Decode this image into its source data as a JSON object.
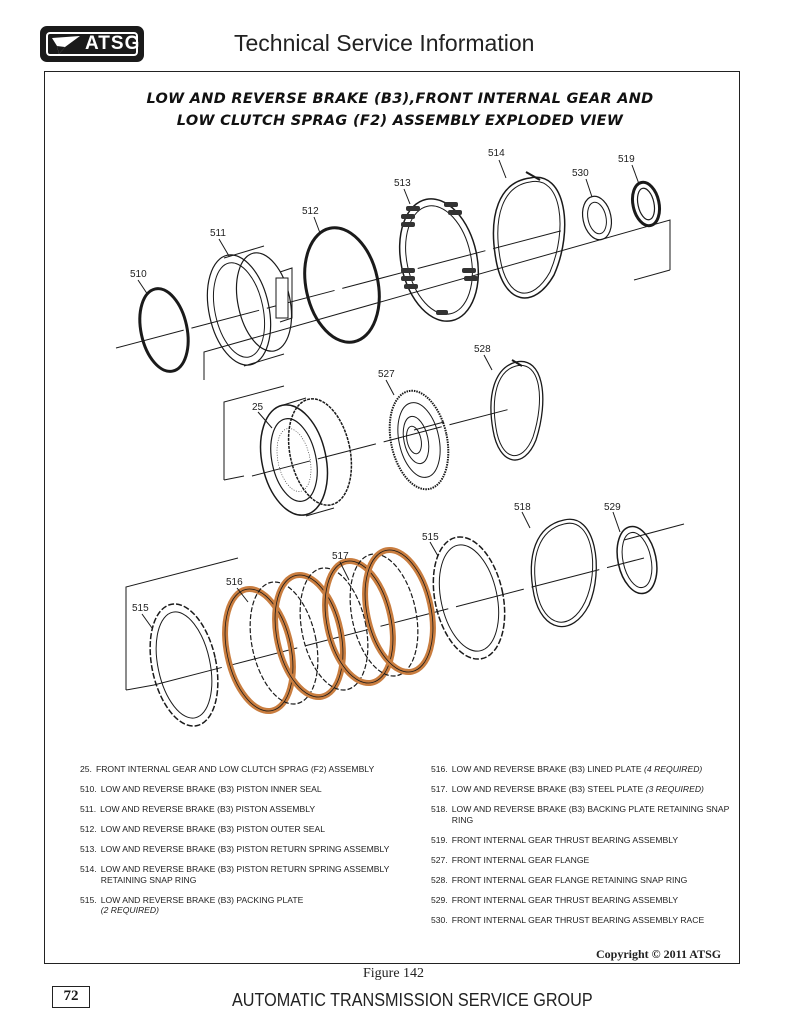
{
  "header": {
    "logo_text": "ATSG",
    "title": "Technical Service Information"
  },
  "figure": {
    "title_line1": "LOW AND REVERSE BRAKE (B3),FRONT INTERNAL GEAR AND",
    "title_line2": "LOW CLUTCH SPRAG (F2) ASSEMBLY EXPLODED VIEW",
    "callouts": {
      "c514": "514",
      "c519": "519",
      "c530": "530",
      "c513": "513",
      "c512": "512",
      "c511": "511",
      "c510": "510",
      "c528": "528",
      "c527": "527",
      "c25": "25",
      "c518": "518",
      "c529": "529",
      "c515a": "515",
      "c517": "517",
      "c516": "516",
      "c515b": "515"
    },
    "label": "Figure 142"
  },
  "legend": {
    "left": [
      {
        "num": "25.",
        "text": "FRONT INTERNAL GEAR AND LOW CLUTCH SPRAG (F2) ASSEMBLY",
        "sub": ""
      },
      {
        "num": "510.",
        "text": "LOW AND REVERSE BRAKE (B3) PISTON INNER SEAL",
        "sub": ""
      },
      {
        "num": "511.",
        "text": "LOW AND REVERSE BRAKE (B3) PISTON ASSEMBLY",
        "sub": ""
      },
      {
        "num": "512.",
        "text": "LOW AND REVERSE BRAKE (B3) PISTON OUTER SEAL",
        "sub": ""
      },
      {
        "num": "513.",
        "text": "LOW AND REVERSE BRAKE (B3) PISTON RETURN SPRING ASSEMBLY",
        "sub": ""
      },
      {
        "num": "514.",
        "text": "LOW AND REVERSE BRAKE (B3) PISTON RETURN SPRING ASSEMBLY RETAINING SNAP RING",
        "sub": ""
      },
      {
        "num": "515.",
        "text": "LOW AND REVERSE BRAKE (B3) PACKING PLATE",
        "sub": "(2 REQUIRED)"
      }
    ],
    "right": [
      {
        "num": "516.",
        "text": "LOW AND REVERSE BRAKE (B3) LINED PLATE",
        "sub": "(4 REQUIRED)"
      },
      {
        "num": "517.",
        "text": "LOW AND REVERSE BRAKE (B3) STEEL PLATE",
        "sub": "(3 REQUIRED)"
      },
      {
        "num": "518.",
        "text": "LOW AND REVERSE BRAKE (B3) BACKING PLATE RETAINING SNAP RING",
        "sub": ""
      },
      {
        "num": "519.",
        "text": "FRONT INTERNAL GEAR THRUST BEARING ASSEMBLY",
        "sub": ""
      },
      {
        "num": "527.",
        "text": "FRONT INTERNAL GEAR FLANGE",
        "sub": ""
      },
      {
        "num": "528.",
        "text": "FRONT INTERNAL GEAR FLANGE RETAINING SNAP RING",
        "sub": ""
      },
      {
        "num": "529.",
        "text": "FRONT INTERNAL GEAR THRUST BEARING ASSEMBLY",
        "sub": ""
      },
      {
        "num": "530.",
        "text": "FRONT INTERNAL GEAR THRUST BEARING ASSEMBLY RACE",
        "sub": ""
      }
    ]
  },
  "footer": {
    "copyright": "Copyright © 2011 ATSG",
    "page_number": "72",
    "title": "AUTOMATIC TRANSMISSION SERVICE GROUP"
  },
  "colors": {
    "lined_plate": "#e7a772",
    "ink": "#1a1a1a"
  }
}
